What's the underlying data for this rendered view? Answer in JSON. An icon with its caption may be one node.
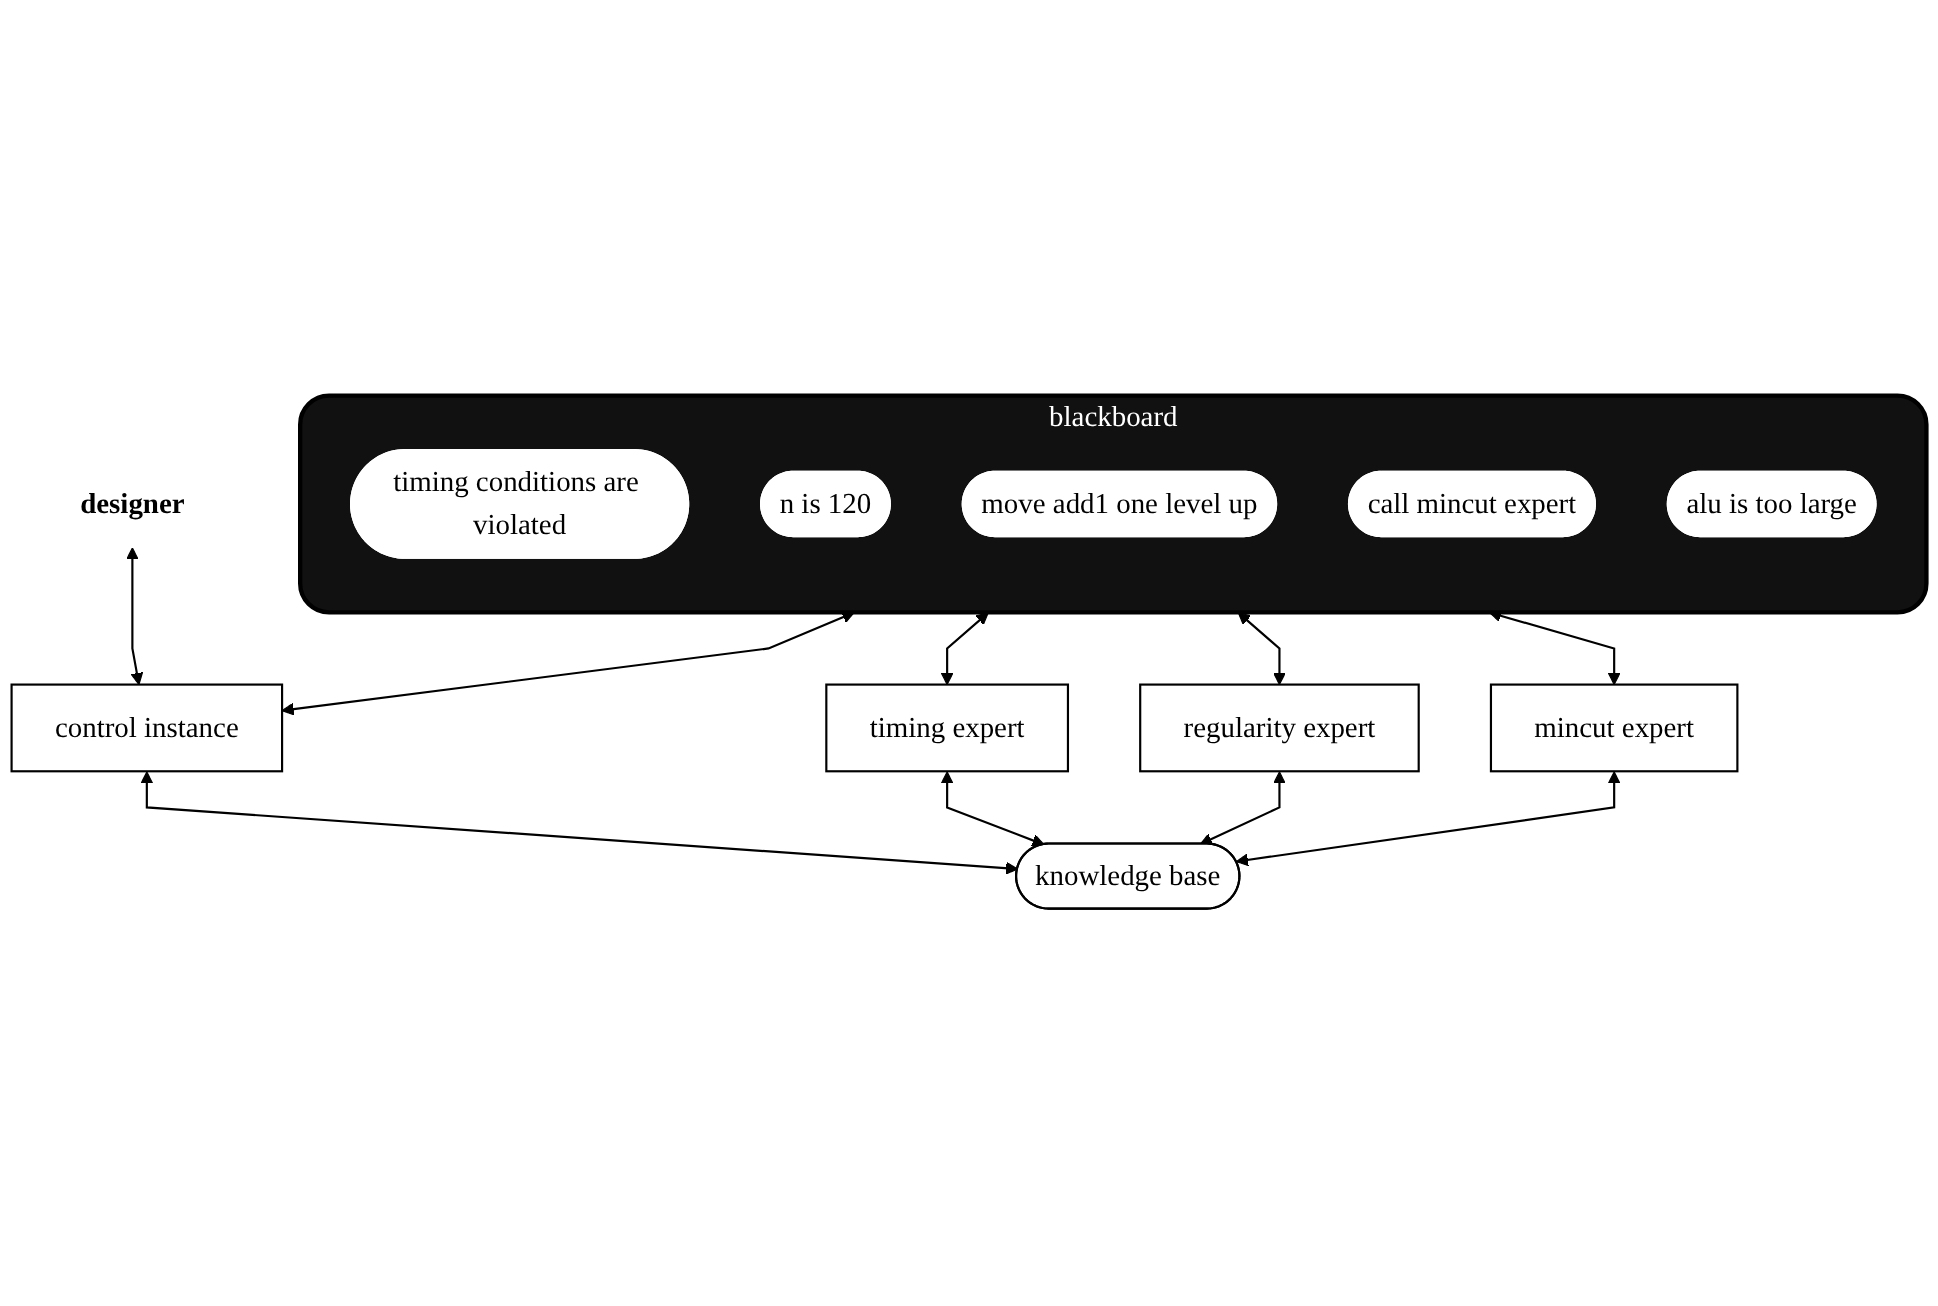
{
  "diagram": {
    "nodes": [
      {
        "text": [
          "blackboard"
        ]
      },
      {
        "text": [
          "timing conditions are violated"
        ],
        "in": 0
      },
      {
        "text": [
          "n is 120"
        ],
        "in": 0
      },
      {
        "text": [
          "move add1 one level up"
        ],
        "in": 0
      },
      {
        "text": [
          "call mincut expert"
        ],
        "in": 0
      },
      {
        "text": [
          "alu is too large"
        ],
        "in": 0
      },
      {
        "text": [
          "designer"
        ]
      },
      {
        "text": [
          "control instance"
        ]
      },
      {
        "text": [
          "timing expert"
        ]
      },
      {
        "text": [
          "regularity expert"
        ]
      },
      {
        "text": [
          "mincut expert"
        ]
      },
      {
        "text": [
          "knowledge base"
        ]
      }
    ],
    "edges": [
      {
        "from": 0,
        "to": 7,
        "arrow": "both"
      },
      {
        "from": 0,
        "to": 8,
        "arrow": "both"
      },
      {
        "from": 0,
        "to": 9,
        "arrow": "both"
      },
      {
        "from": 0,
        "to": 10,
        "arrow": "both"
      },
      {
        "from": 6,
        "to": 7,
        "arrow": "both"
      },
      {
        "from": 7,
        "to": 11,
        "arrow": "both"
      },
      {
        "from": 8,
        "to": 11,
        "arrow": "both"
      },
      {
        "from": 9,
        "to": 11,
        "arrow": "both"
      },
      {
        "from": 10,
        "to": 11,
        "arrow": "both"
      }
    ]
  }
}
